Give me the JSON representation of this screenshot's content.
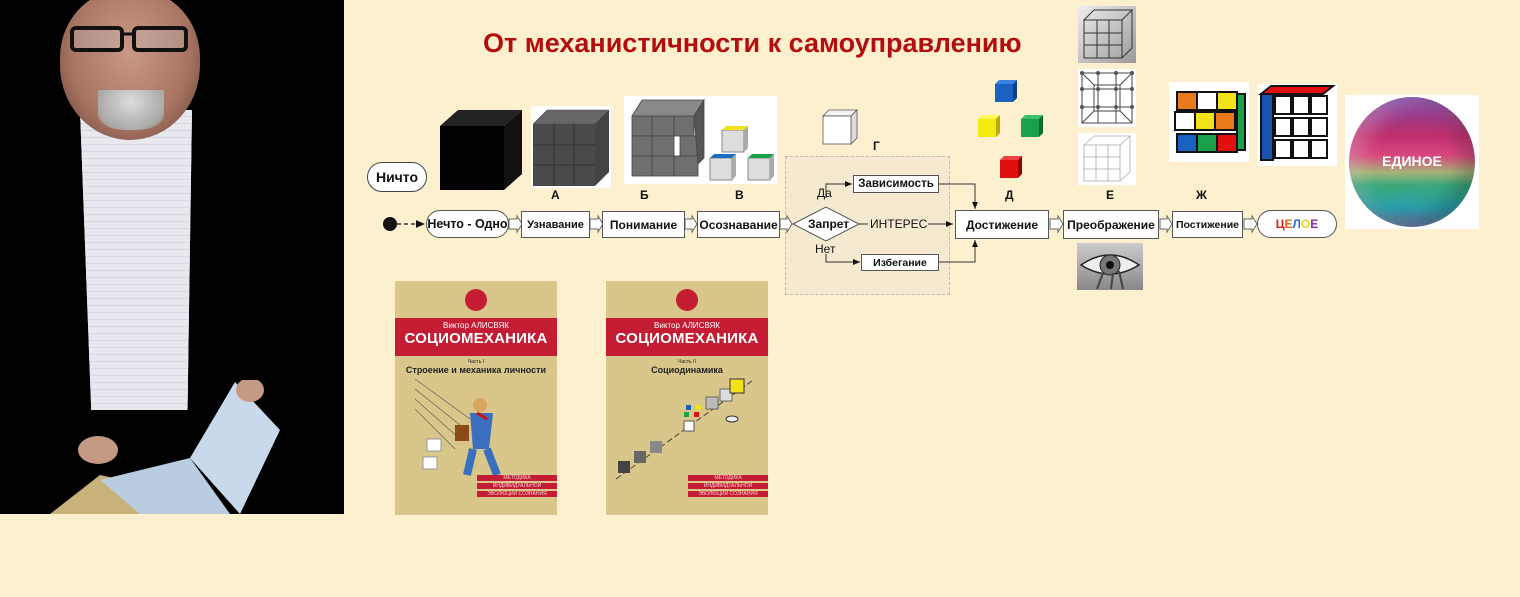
{
  "title": "От механистичности к самоуправлению",
  "colors": {
    "background": "#fdf0cf",
    "title": "#b30d0d",
    "book_red": "#c41d33",
    "book_bg": "#d8c68a"
  },
  "photo": {
    "description": "author-portrait-holding-book"
  },
  "nothing_label": "Ничто",
  "stage_letters": {
    "A": "А",
    "B": "Б",
    "V": "В",
    "G": "Г",
    "D": "Д",
    "E": "Е",
    "ZH": "Ж"
  },
  "flow": {
    "start": "Нечто - Одно",
    "steps": [
      "Узнавание",
      "Понимание",
      "Осознавание"
    ],
    "decision": "Запрет",
    "yes_label": "Да",
    "no_label": "Нет",
    "interest_label": "ИНТЕРЕС",
    "yes_target": "Зависимость",
    "no_target": "Избегание",
    "achievement": "Достижение",
    "transformation": "Преображение",
    "comprehension": "Постижение",
    "whole": {
      "letters": [
        {
          "ch": "Ц",
          "color": "#d61a1a"
        },
        {
          "ch": "Е",
          "color": "#e8641a"
        },
        {
          "ch": "Л",
          "color": "#2a6fd0"
        },
        {
          "ch": "О",
          "color": "#e8d21a"
        },
        {
          "ch": "Е",
          "color": "#7a2fb0"
        }
      ]
    }
  },
  "sphere_label": "ЕДИНОЕ",
  "books": [
    {
      "author": "Виктор АЛИСВЯК",
      "title": "СОЦИОМЕХАНИКА",
      "part": "Часть I",
      "subtitle": "Строение и механика личности",
      "tags": [
        "МЕТОДИКА",
        "ИНДИВИДУАЛЬНОЙ",
        "ЭВОЛЮЦИИ СОЗНАНИЯ"
      ]
    },
    {
      "author": "Виктор АЛИСВЯК",
      "title": "СОЦИОМЕХАНИКА",
      "part": "Часть II",
      "subtitle": "Социодинамика",
      "tags": [
        "МЕТОДИКА",
        "ИНДИВИДУАЛЬНОЙ",
        "ЭВОЛЮЦИИ СОЗНАНИЯ"
      ]
    }
  ]
}
